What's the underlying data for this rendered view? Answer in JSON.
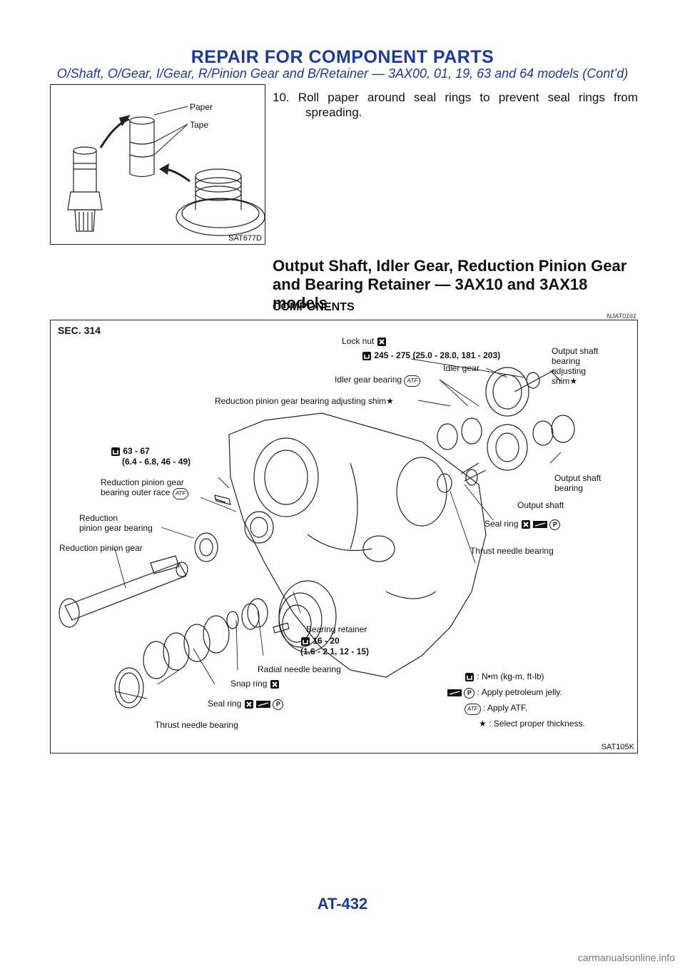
{
  "header": {
    "title": "REPAIR FOR COMPONENT PARTS",
    "subtitle": "O/Shaft, O/Gear, I/Gear, R/Pinion Gear and B/Retainer — 3AX00, 01, 19, 63 and 64 models (Cont’d)"
  },
  "figure1": {
    "labels": {
      "paper": "Paper",
      "tape": "Tape"
    },
    "code": "SAT677D"
  },
  "step10": {
    "line1": "10. Roll paper around seal rings to prevent seal rings from",
    "line2": "spreading."
  },
  "section": {
    "title_l1": "Output Shaft, Idler Gear, Reduction Pinion Gear",
    "title_l2": "and Bearing Retainer — 3AX10 and 3AX18",
    "title_l3": "models",
    "subtitle": "COMPONENTS",
    "ref": "NJAT0161"
  },
  "figure2": {
    "sec": "SEC. 314",
    "code": "SAT105K",
    "labels": {
      "lock_nut": "Lock nut",
      "torque1": "245 - 275 (25.0 - 28.0, 181 - 203)",
      "idler_gear": "Idler gear",
      "idler_gear_bearing": "Idler gear bearing",
      "os_shim_l1": "Output shaft",
      "os_shim_l2": "bearing",
      "os_shim_l3": "adjusting",
      "os_shim_l4": "shim",
      "rpg_shim": "Reduction pinion gear bearing adjusting shim",
      "torque2_l1": "63 - 67",
      "torque2_l2": "(6.4 - 6.8, 46 - 49)",
      "outer_race_l1": "Reduction pinion gear",
      "outer_race_l2": "bearing outer race",
      "os_bearing_l1": "Output shaft",
      "os_bearing_l2": "bearing",
      "output_shaft": "Output shaft",
      "rpg_bearing_l1": "Reduction",
      "rpg_bearing_l2": "pinion gear bearing",
      "seal_ring": "Seal ring",
      "rpg": "Reduction pinion gear",
      "thrust_needle": "Thrust needle bearing",
      "bearing_retainer": "Bearing retainer",
      "torque3_l1": "16 - 20",
      "torque3_l2": "(1.6 - 2.1, 12 - 15)",
      "radial_needle": "Radial needle bearing",
      "snap_ring": "Snap ring",
      "seal_ring2": "Seal ring",
      "thrust_needle2": "Thrust needle bearing"
    },
    "legend": {
      "torque": ": N•m (kg-m, ft-lb)",
      "jelly": ": Apply petroleum jelly.",
      "atf": ": Apply ATF.",
      "star": ": Select proper thickness."
    },
    "atf_mark": "ATF",
    "star_mark": "★",
    "p_mark": "P"
  },
  "page_number": "AT-432",
  "watermark": "carmanualsonline.info"
}
